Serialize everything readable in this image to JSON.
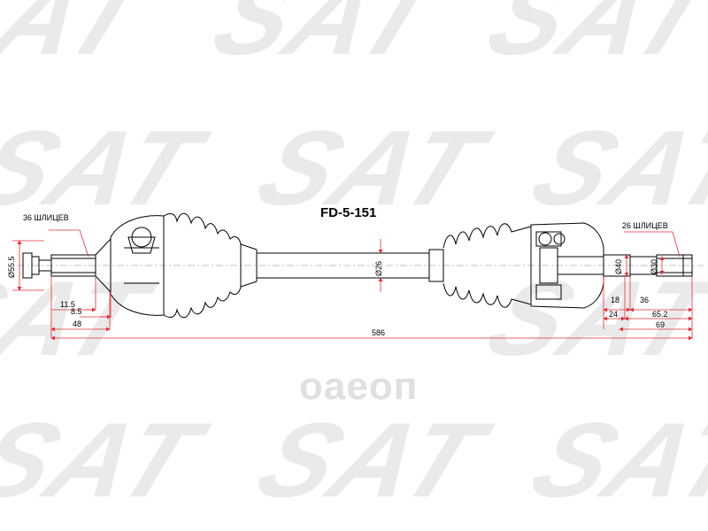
{
  "part_number": "FD-5-151",
  "watermark": "SAT",
  "center_logo": "оаеоп",
  "left_splines": "36 ШЛИЦЕВ",
  "right_splines": "26 ШЛИЦЕВ",
  "dims": {
    "d_left": "Ø55.5",
    "d_shaft": "Ø26",
    "d_right_1": "Ø40",
    "d_right_2": "Ø30",
    "l_11_5": "11.5",
    "l_8_5": "8.5",
    "l_48": "48",
    "l_total": "586",
    "l_18": "18",
    "l_36": "36",
    "l_24": "24",
    "l_65_2": "65.2",
    "l_69": "69"
  },
  "colors": {
    "line": "#000000",
    "dim": "#e0303a",
    "watermark": "#d9d9d9"
  }
}
